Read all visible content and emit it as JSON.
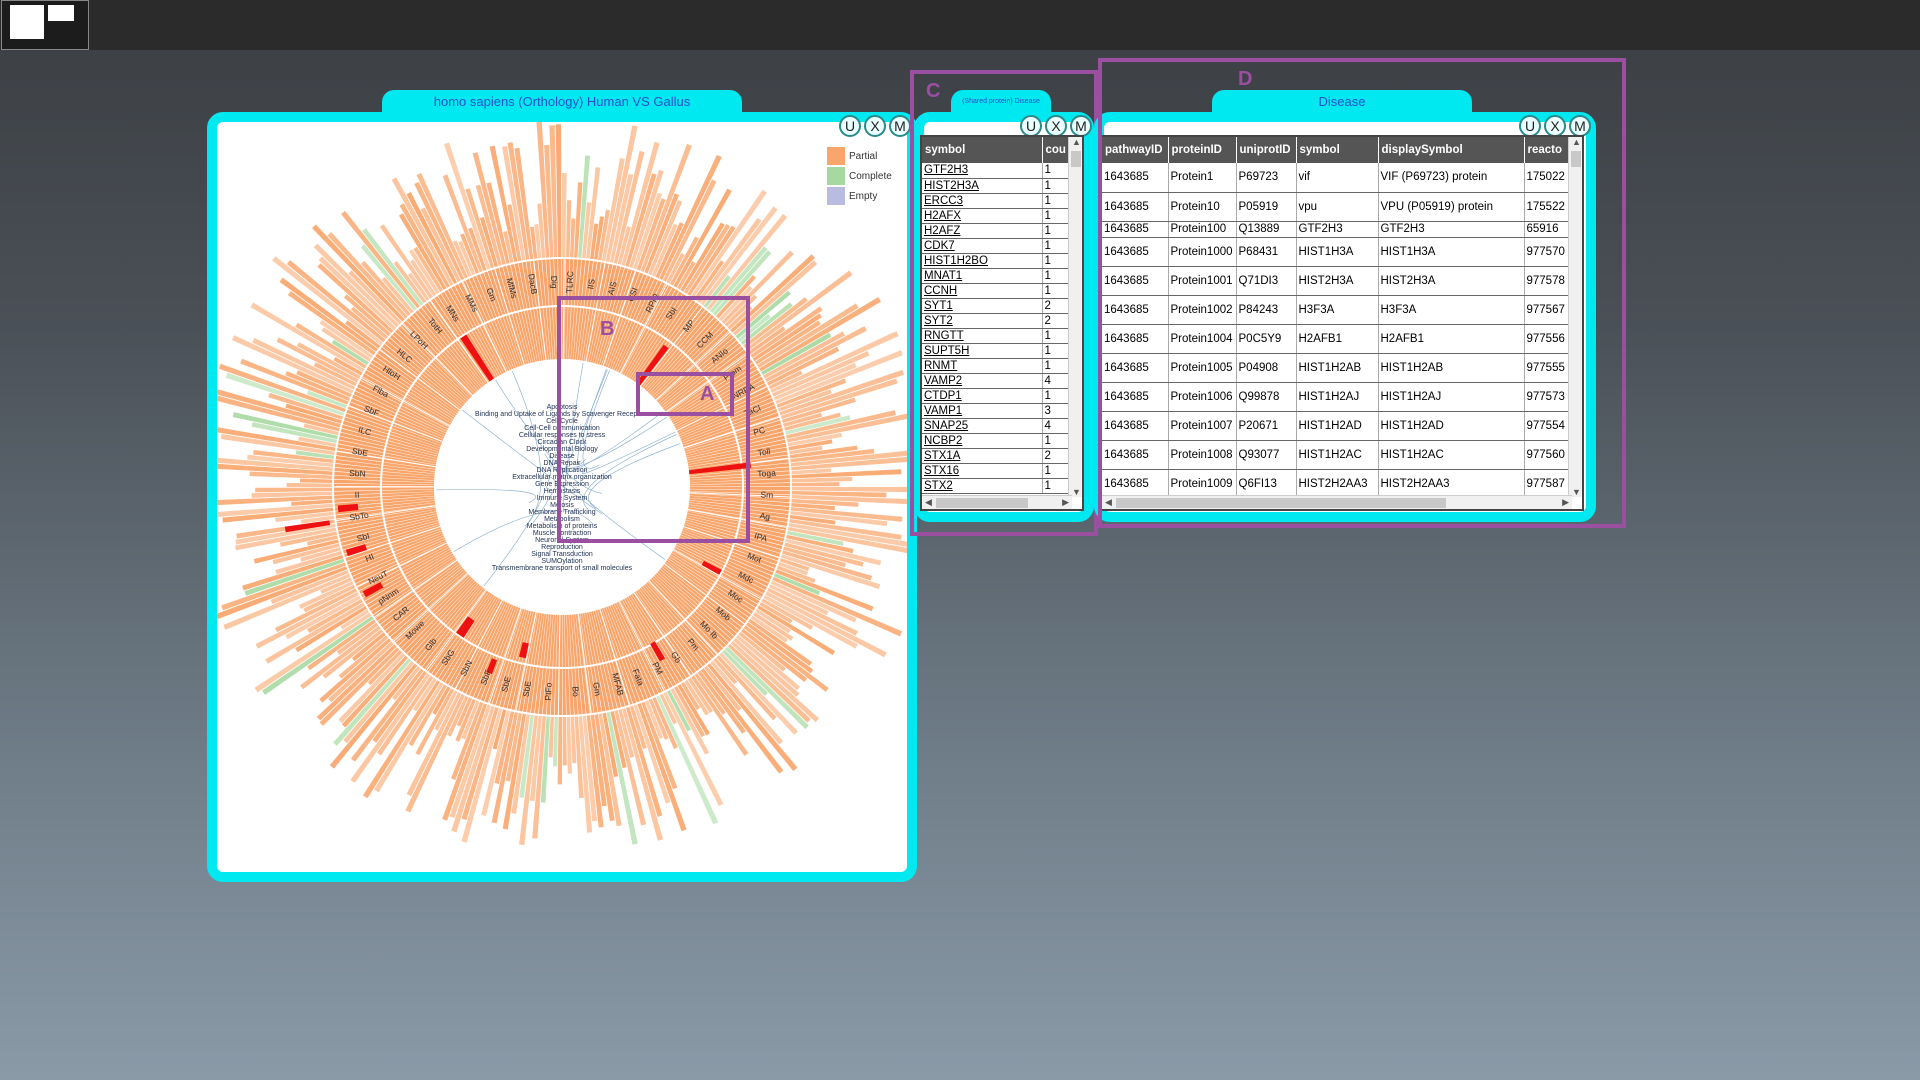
{
  "window": {
    "ctrl_u": "U",
    "ctrl_x": "X",
    "ctrl_m": "M"
  },
  "panel_a": {
    "title": "homo sapiens (Orthology) Human VS Gallus",
    "legend": [
      {
        "label": "Partial",
        "color": "#f9a66c"
      },
      {
        "label": "Complete",
        "color": "#a6d9a0"
      },
      {
        "label": "Empty",
        "color": "#b9bce0"
      }
    ],
    "center_labels": [
      "Apoptosis",
      "Binding and Uptake of Ligands by Scavenger Receptors",
      "Cell Cycle",
      "Cell-Cell communication",
      "Cellular responses to stress",
      "Circadian Clock",
      "Developmental Biology",
      "Disease",
      "DNA Repair",
      "DNA Replication",
      "Extracellular matrix organization",
      "Gene Expression",
      "Hemostasis",
      "Immune System",
      "Meiosis",
      "Membrane Trafficking",
      "Metabolism",
      "Metabolism of proteins",
      "Muscle contraction",
      "Neuronal System",
      "Reproduction",
      "Signal Transduction",
      "SUMOylation",
      "Transmembrane transport of small molecules"
    ],
    "ring_labels": [
      "TLRC",
      "IIS",
      "AIS",
      "CSI",
      "RPIR",
      "SbI",
      "MP",
      "CCM",
      "ANIo",
      "Ptpm",
      "NRBA",
      "TaCl",
      "PC",
      "Toll",
      "Toga",
      "Sm",
      "Ag",
      "IPA",
      "Mot",
      "Mdc",
      "Moc",
      "Mob",
      "Mo Ib",
      "Pm",
      "Gb",
      "PM",
      "Fata",
      "MFAB",
      "Gm",
      "Bo",
      "PtFo",
      "SbE",
      "SbE",
      "SbF",
      "SbN",
      "SbG",
      "Glb",
      "Mowe",
      "CAR",
      "pNnm",
      "NeuT",
      "HI",
      "SbI",
      "SbTo",
      "II",
      "SbN",
      "SbE",
      "ILC",
      "SbF",
      "Flba",
      "HloH",
      "HLC",
      "LPoH",
      "TotH",
      "MNs",
      "MMs",
      "Gm",
      "MfMs",
      "DacB",
      "Dig"
    ],
    "highlight_a": "A",
    "highlight_b": "B"
  },
  "panel_c": {
    "tab": "(Shared protein) Disease",
    "highlight": "C",
    "columns": [
      "symbol",
      "cou"
    ],
    "rows": [
      [
        "GTF2H3",
        "1"
      ],
      [
        "HIST2H3A",
        "1"
      ],
      [
        "ERCC3",
        "1"
      ],
      [
        "H2AFX",
        "1"
      ],
      [
        "H2AFZ",
        "1"
      ],
      [
        "CDK7",
        "1"
      ],
      [
        "HIST1H2BO",
        "1"
      ],
      [
        "MNAT1",
        "1"
      ],
      [
        "CCNH",
        "1"
      ],
      [
        "SYT1",
        "2"
      ],
      [
        "SYT2",
        "2"
      ],
      [
        "RNGTT",
        "1"
      ],
      [
        "SUPT5H",
        "1"
      ],
      [
        "RNMT",
        "1"
      ],
      [
        "VAMP2",
        "4"
      ],
      [
        "CTDP1",
        "1"
      ],
      [
        "VAMP1",
        "3"
      ],
      [
        "SNAP25",
        "4"
      ],
      [
        "NCBP2",
        "1"
      ],
      [
        "STX1A",
        "2"
      ],
      [
        "STX16",
        "1"
      ],
      [
        "STX2",
        "1"
      ]
    ]
  },
  "panel_d": {
    "tab": "Disease",
    "highlight": "D",
    "columns": [
      "pathwayID",
      "proteinID",
      "uniprotID",
      "symbol",
      "displaySymbol",
      "reacto"
    ],
    "rows": [
      [
        "1643685",
        "Protein1",
        "P69723",
        "vif",
        "VIF (P69723) protein",
        "175022"
      ],
      [
        "1643685",
        "Protein10",
        "P05919",
        "vpu",
        "VPU (P05919) protein",
        "175522"
      ],
      [
        "1643685",
        "Protein100",
        "Q13889",
        "GTF2H3",
        "GTF2H3",
        "65916"
      ],
      [
        "1643685",
        "Protein1000",
        "P68431",
        "HIST1H3A",
        "HIST1H3A",
        "977570"
      ],
      [
        "1643685",
        "Protein1001",
        "Q71DI3",
        "HIST2H3A",
        "HIST2H3A",
        "977578"
      ],
      [
        "1643685",
        "Protein1002",
        "P84243",
        "H3F3A",
        "H3F3A",
        "977567"
      ],
      [
        "1643685",
        "Protein1004",
        "P0C5Y9",
        "H2AFB1",
        "H2AFB1",
        "977556"
      ],
      [
        "1643685",
        "Protein1005",
        "P04908",
        "HIST1H2AB",
        "HIST1H2AB",
        "977555"
      ],
      [
        "1643685",
        "Protein1006",
        "Q99878",
        "HIST1H2AJ",
        "HIST1H2AJ",
        "977573"
      ],
      [
        "1643685",
        "Protein1007",
        "P20671",
        "HIST1H2AD",
        "HIST1H2AD",
        "977554"
      ],
      [
        "1643685",
        "Protein1008",
        "Q93077",
        "HIST1H2AC",
        "HIST1H2AC",
        "977560"
      ],
      [
        "1643685",
        "Protein1009",
        "Q6FI13",
        "HIST2H2AA3",
        "HIST2H2AA3",
        "977587"
      ]
    ]
  }
}
